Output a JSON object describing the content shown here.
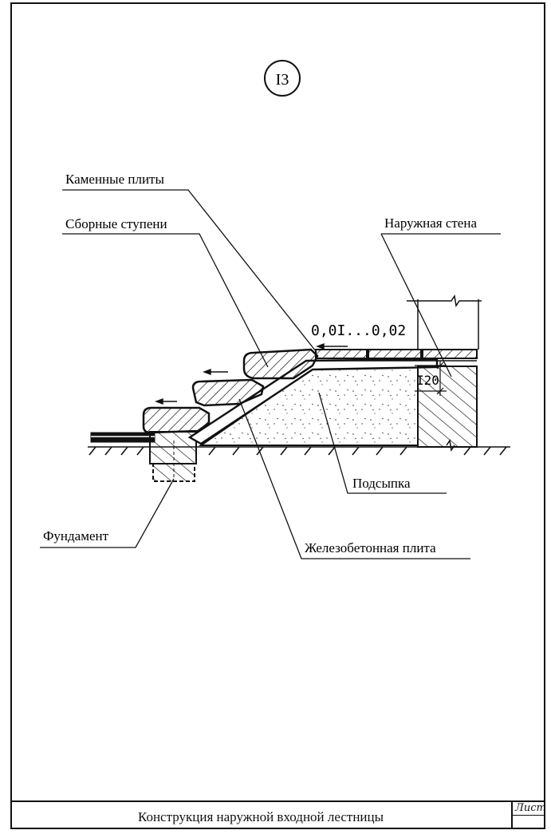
{
  "sheet_number": "I3",
  "labels": {
    "stone_slabs": "Каменные плиты",
    "precast_steps": "Сборные ступени",
    "outer_wall": "Наружная стена",
    "slope": "0,0I...0,02",
    "dim_120": "I20",
    "backfill": "Подсыпка",
    "foundation": "Фундамент",
    "rc_slab": "Железобетонная плита"
  },
  "title_block": {
    "title": "Конструкция наружной входной лестницы",
    "sheet_label": "Лист"
  }
}
